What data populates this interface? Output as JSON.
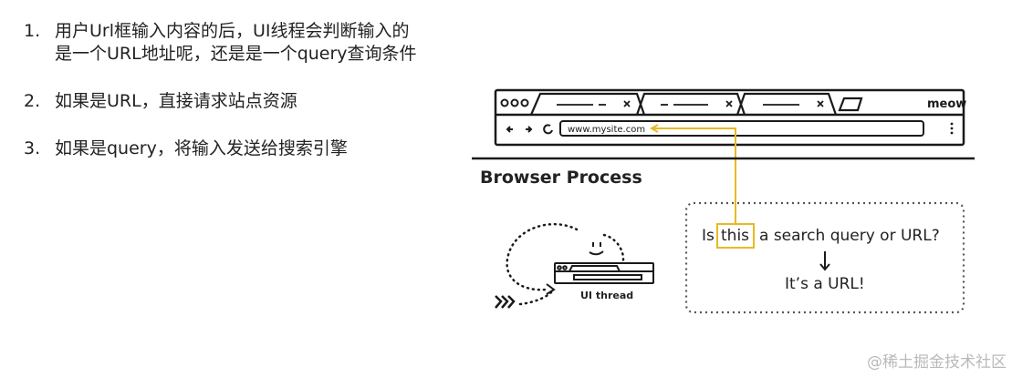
{
  "steps": [
    {
      "num": "1.",
      "text": "用户Url框输入内容的后，UI线程会判断输入的是一个URL地址呢，还是是一个query查询条件"
    },
    {
      "num": "2.",
      "text": "如果是URL，直接请求站点资源"
    },
    {
      "num": "3.",
      "text": "如果是query，将输入发送给搜索引擎"
    }
  ],
  "diagram": {
    "browser_brand": "meow",
    "address_bar_url": "www.mysite.com",
    "section_title": "Browser Process",
    "question_prefix": "Is",
    "question_highlight": "this",
    "question_suffix": "a search query or URL?",
    "answer": "It’s a URL!",
    "thread_label": "UI thread",
    "highlight_color": "#E8B923"
  },
  "watermark": "@稀土掘金技术社区"
}
